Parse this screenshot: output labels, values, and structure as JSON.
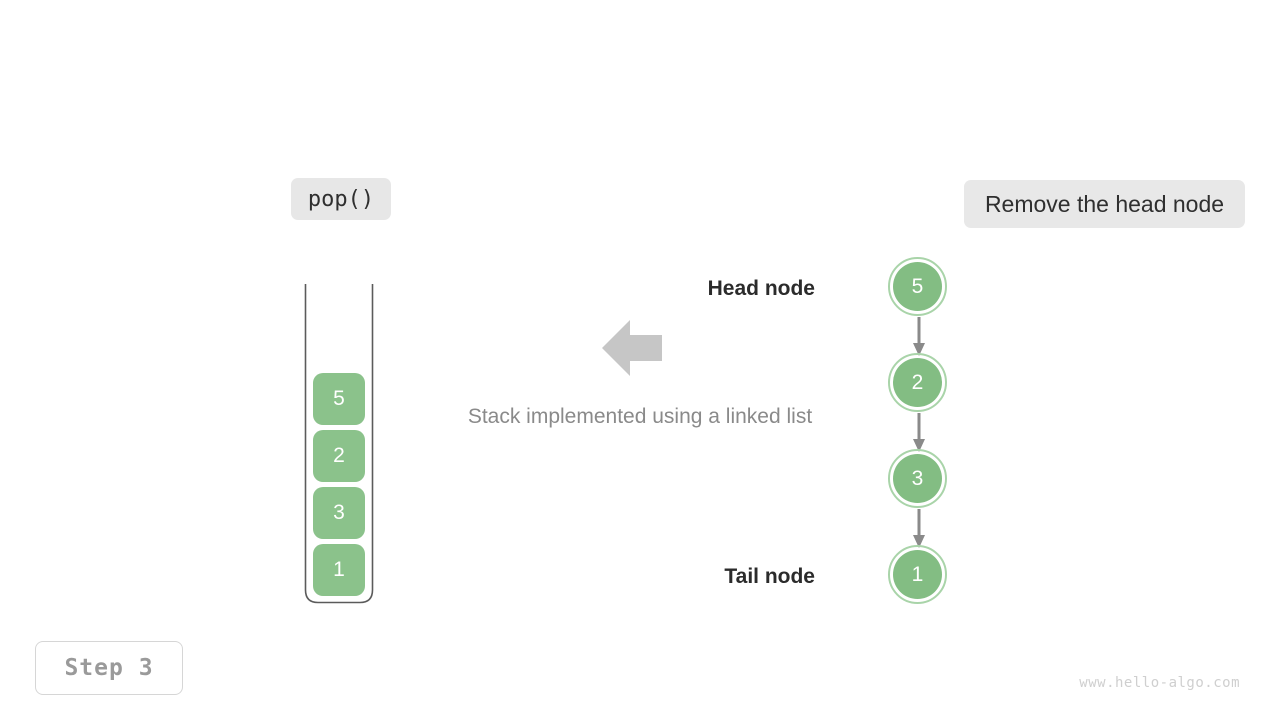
{
  "theme": {
    "background": "#ffffff",
    "node_fill": "#83bd83",
    "node_ring": "#a9d4a9",
    "cell_fill": "#8bc28b",
    "badge_bg": "#e8e8e8",
    "arrow_gray": "#c6c6c6",
    "link_gray": "#8a8a8a",
    "caption_gray": "#8a8a8a",
    "step_text": "#9a9a9a",
    "watermark": "#cfcfcf"
  },
  "operation": {
    "label": "pop()",
    "action_label": "Remove the head node"
  },
  "caption": {
    "text": "Stack implemented using a linked list"
  },
  "transform_arrow": {
    "icon": "arrow-left-icon",
    "direction": "left"
  },
  "stack": {
    "name": "array-stack",
    "cells": [
      {
        "value": "5"
      },
      {
        "value": "2"
      },
      {
        "value": "3"
      },
      {
        "value": "1"
      }
    ]
  },
  "linked_list": {
    "name": "linked-list",
    "nodes": [
      {
        "value": "5",
        "label": "Head node"
      },
      {
        "value": "2",
        "label": ""
      },
      {
        "value": "3",
        "label": ""
      },
      {
        "value": "1",
        "label": "Tail node"
      }
    ],
    "head_label": "Head node",
    "tail_label": "Tail node",
    "link_icon": "arrow-down-icon"
  },
  "footer": {
    "step_label": "Step 3",
    "watermark": "www.hello-algo.com"
  }
}
